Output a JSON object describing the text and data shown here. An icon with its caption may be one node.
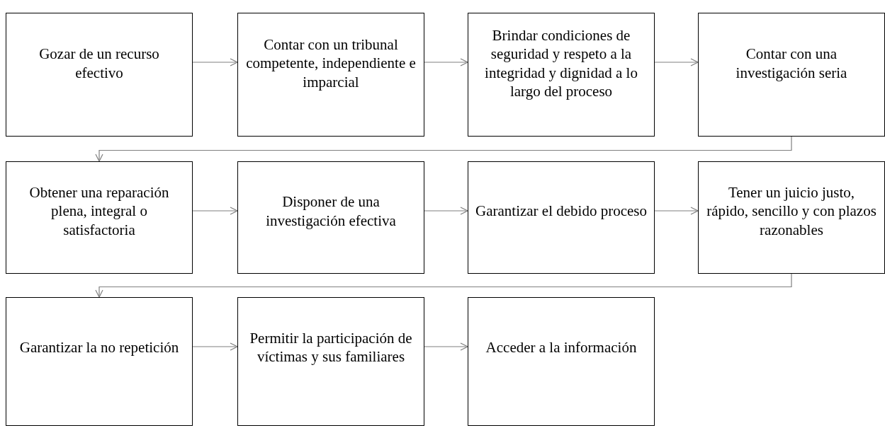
{
  "diagram": {
    "nodes": [
      {
        "text": [
          "Gozar de un recurso efectivo"
        ]
      },
      {
        "text": [
          "Contar con un tribunal competente, independiente e imparcial"
        ]
      },
      {
        "text": [
          "Brindar condiciones de seguridad y respeto a la integridad y dignidad a lo largo del proceso"
        ]
      },
      {
        "text": [
          "Contar con una investigación seria"
        ]
      },
      {
        "text": [
          "Obtener una reparación plena, integral o satisfactoria"
        ]
      },
      {
        "text": [
          "Disponer de una investigación efectiva"
        ]
      },
      {
        "text": [
          "Garantizar el debido proceso"
        ]
      },
      {
        "text": [
          "Tener un juicio justo, rápido, sencillo y con plazos razonables"
        ]
      },
      {
        "text": [
          "Garantizar la no repetición"
        ]
      },
      {
        "text": [
          "Permitir la participación de víctimas y sus familiares"
        ]
      },
      {
        "text": [
          "Acceder a la información"
        ]
      }
    ],
    "edges": [
      {
        "from": 0,
        "to": 1,
        "arrow": "to"
      },
      {
        "from": 1,
        "to": 2,
        "arrow": "to"
      },
      {
        "from": 2,
        "to": 3,
        "arrow": "to"
      },
      {
        "from": 3,
        "to": 4,
        "arrow": "to"
      },
      {
        "from": 4,
        "to": 5,
        "arrow": "to"
      },
      {
        "from": 5,
        "to": 6,
        "arrow": "to"
      },
      {
        "from": 6,
        "to": 7,
        "arrow": "to"
      },
      {
        "from": 7,
        "to": 8,
        "arrow": "to"
      },
      {
        "from": 8,
        "to": 9,
        "arrow": "to"
      },
      {
        "from": 9,
        "to": 10,
        "arrow": "to"
      }
    ]
  }
}
